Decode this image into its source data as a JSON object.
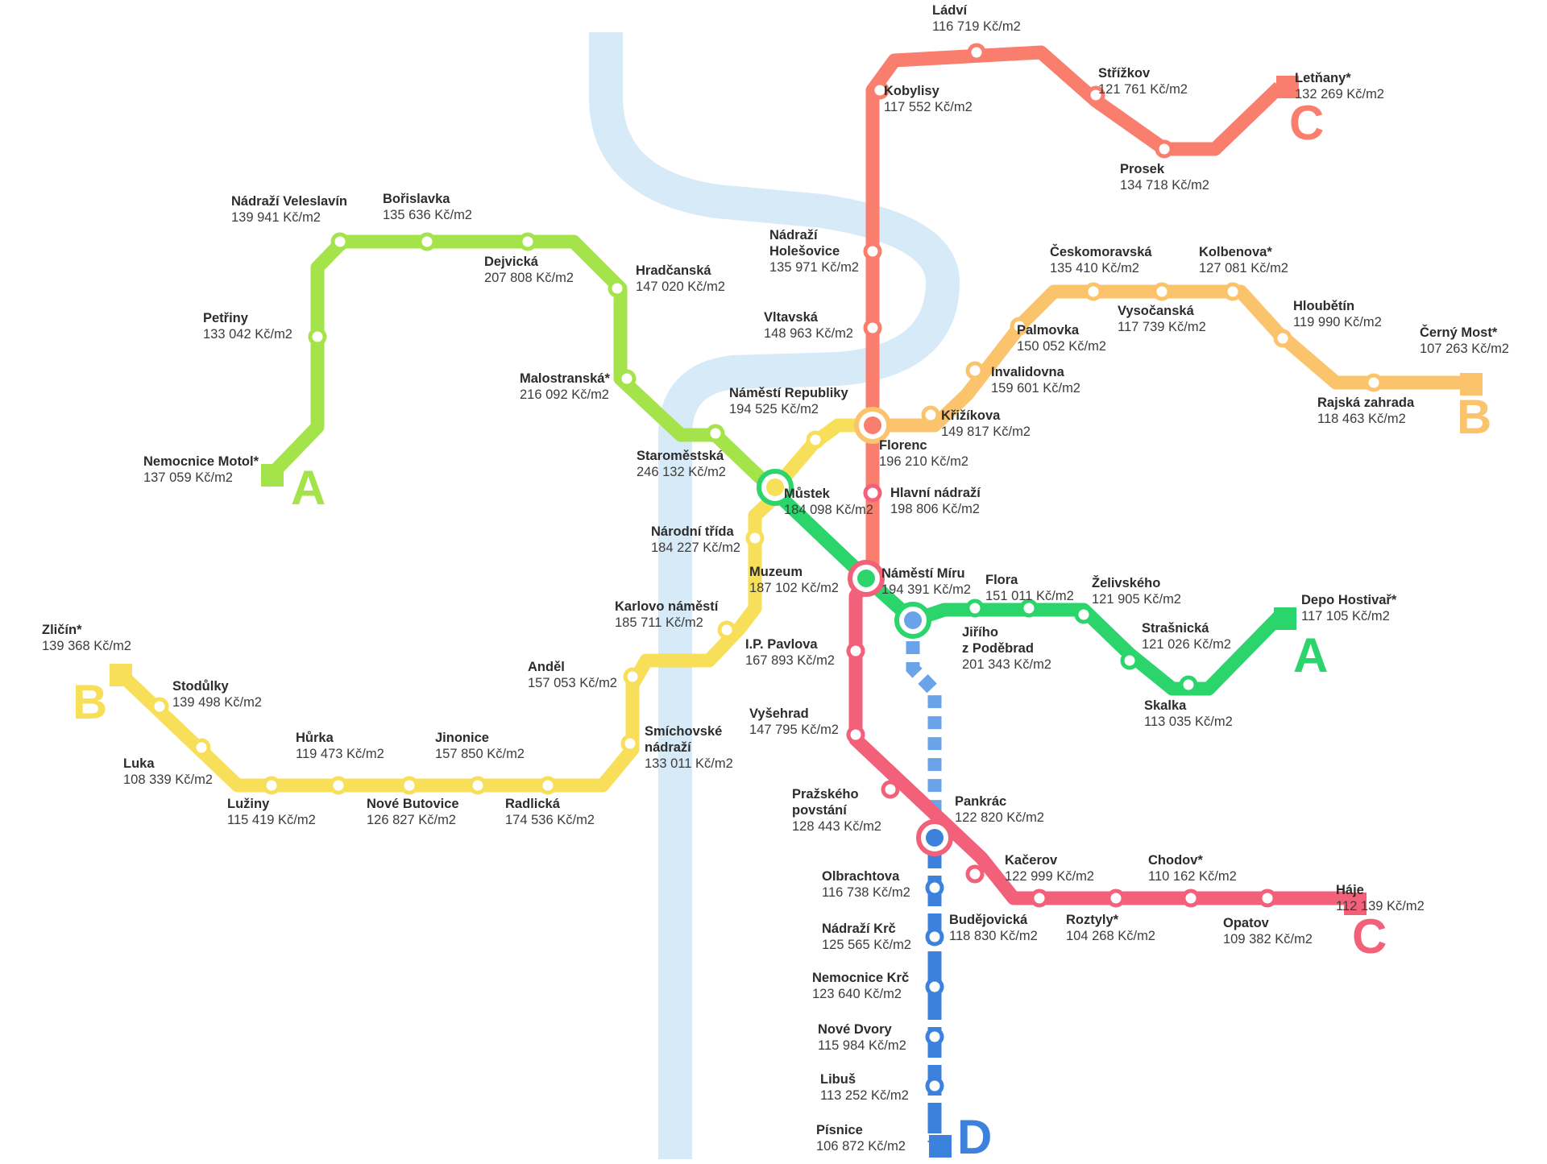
{
  "map": {
    "colors": {
      "river": "#d6eaf8",
      "A": "#a5e34a",
      "A_east": "#2bd56b",
      "B": "#f8df5a",
      "B_east": "#fbc46c",
      "C_north": "#fa7e6e",
      "C_south": "#f3607a",
      "D": "#3c82dc"
    },
    "line_letters": {
      "A_west": "A",
      "A_east": "A",
      "B_west": "B",
      "B_east": "B",
      "C_north": "C",
      "C_south": "C",
      "D": "D"
    },
    "stations": {
      "nemocnice_motol": {
        "name": "Nemocnice Motol*",
        "price": "137 059 Kč/m2"
      },
      "petriny": {
        "name": "Petřiny",
        "price": "133 042 Kč/m2"
      },
      "nadrazi_veleslavin": {
        "name": "Nádraží Veleslavín",
        "price": "139 941 Kč/m2"
      },
      "borislavka": {
        "name": "Bořislavka",
        "price": "135 636 Kč/m2"
      },
      "dejvicka": {
        "name": "Dejvická",
        "price": "207 808 Kč/m2"
      },
      "hradcanska": {
        "name": "Hradčanská",
        "price": "147 020 Kč/m2"
      },
      "malostranska": {
        "name": "Malostranská*",
        "price": "216 092 Kč/m2"
      },
      "staromestska": {
        "name": "Staroměstská",
        "price": "246 132 Kč/m2"
      },
      "mustek": {
        "name": "Můstek",
        "price": "184 098 Kč/m2"
      },
      "muzeum": {
        "name": "Muzeum",
        "price": "187 102 Kč/m2"
      },
      "namesti_miru": {
        "name": "Náměstí Míru",
        "price": "194 391 Kč/m2"
      },
      "jiriho": {
        "name": "Jiřího\nz Poděbrad",
        "price": "201 343 Kč/m2"
      },
      "flora": {
        "name": "Flora",
        "price": "151 011 Kč/m2"
      },
      "zelivskeho": {
        "name": "Želivského",
        "price": "121 905 Kč/m2"
      },
      "strasnicka": {
        "name": "Strašnická",
        "price": "121 026 Kč/m2"
      },
      "skalka": {
        "name": "Skalka",
        "price": "113 035 Kč/m2"
      },
      "depo_hostivar": {
        "name": "Depo Hostivař*",
        "price": "117 105 Kč/m2"
      },
      "zlicin": {
        "name": "Zličín*",
        "price": "139 368 Kč/m2"
      },
      "stodulky": {
        "name": "Stodůlky",
        "price": "139 498 Kč/m2"
      },
      "luka": {
        "name": "Luka",
        "price": "108 339 Kč/m2"
      },
      "luziny": {
        "name": "Lužiny",
        "price": "115 419 Kč/m2"
      },
      "hurka": {
        "name": "Hůrka",
        "price": "119 473 Kč/m2"
      },
      "nove_butovice": {
        "name": "Nové Butovice",
        "price": "126 827 Kč/m2"
      },
      "jinonice": {
        "name": "Jinonice",
        "price": "157 850 Kč/m2"
      },
      "radlicka": {
        "name": "Radlická",
        "price": "174 536 Kč/m2"
      },
      "smichovske": {
        "name": "Smíchovské\nnádraží",
        "price": "133 011 Kč/m2"
      },
      "andel": {
        "name": "Anděl",
        "price": "157 053 Kč/m2"
      },
      "karlovo": {
        "name": "Karlovo náměstí",
        "price": "185 711 Kč/m2"
      },
      "narodni": {
        "name": "Národní třída",
        "price": "184 227 Kč/m2"
      },
      "namesti_republiky": {
        "name": "Náměstí Republiky",
        "price": "194 525 Kč/m2"
      },
      "florenc": {
        "name": "Florenc",
        "price": "196 210 Kč/m2"
      },
      "krizikova": {
        "name": "Křižíkova",
        "price": "149 817 Kč/m2"
      },
      "invalidovna": {
        "name": "Invalidovna",
        "price": "159 601 Kč/m2"
      },
      "palmovka": {
        "name": "Palmovka",
        "price": "150 052 Kč/m2"
      },
      "ceskomoravska": {
        "name": "Českomoravská",
        "price": "135 410 Kč/m2"
      },
      "vysocanska": {
        "name": "Vysočanská",
        "price": "117 739 Kč/m2"
      },
      "kolbenova": {
        "name": "Kolbenova*",
        "price": "127 081 Kč/m2"
      },
      "hloubetin": {
        "name": "Hloubětín",
        "price": "119 990 Kč/m2"
      },
      "rajska_zahrada": {
        "name": "Rajská zahrada",
        "price": "118 463 Kč/m2"
      },
      "cerny_most": {
        "name": "Černý Most*",
        "price": "107 263 Kč/m2"
      },
      "ladvi": {
        "name": "Ládví",
        "price": "116 719 Kč/m2"
      },
      "kobylisy": {
        "name": "Kobylisy",
        "price": "117 552 Kč/m2"
      },
      "strizkov": {
        "name": "Střížkov",
        "price": "121 761 Kč/m2"
      },
      "prosek": {
        "name": "Prosek",
        "price": "134 718 Kč/m2"
      },
      "letnany": {
        "name": "Letňany*",
        "price": "132 269 Kč/m2"
      },
      "nadrazi_holesovice": {
        "name": "Nádraží\nHolešovice",
        "price": "135 971 Kč/m2"
      },
      "vltavska": {
        "name": "Vltavská",
        "price": "148 963 Kč/m2"
      },
      "hlavni_nadrazi": {
        "name": "Hlavní nádraží",
        "price": "198 806 Kč/m2"
      },
      "ip_pavlova": {
        "name": "I.P. Pavlova",
        "price": "167 893 Kč/m2"
      },
      "vysehrad": {
        "name": "Vyšehrad",
        "price": "147 795 Kč/m2"
      },
      "prazskeho": {
        "name": "Pražského\npovstání",
        "price": "128 443 Kč/m2"
      },
      "pankrac": {
        "name": "Pankrác",
        "price": "122 820 Kč/m2"
      },
      "budejovicka": {
        "name": "Budějovická",
        "price": "118 830 Kč/m2"
      },
      "kacerov": {
        "name": "Kačerov",
        "price": "122 999 Kč/m2"
      },
      "roztyly": {
        "name": "Roztyly*",
        "price": "104 268 Kč/m2"
      },
      "chodov": {
        "name": "Chodov*",
        "price": "110 162 Kč/m2"
      },
      "opatov": {
        "name": "Opatov",
        "price": "109 382 Kč/m2"
      },
      "haje": {
        "name": "Háje",
        "price": "112 139 Kč/m2"
      },
      "olbrachtova": {
        "name": "Olbrachtova",
        "price": "116 738 Kč/m2"
      },
      "nadrazi_krc": {
        "name": "Nádraží Krč",
        "price": "125 565 Kč/m2"
      },
      "nemocnice_krc": {
        "name": "Nemocnice Krč",
        "price": "123 640 Kč/m2"
      },
      "nove_dvory": {
        "name": "Nové Dvory",
        "price": "115 984 Kč/m2"
      },
      "libus": {
        "name": "Libuš",
        "price": "113 252 Kč/m2"
      },
      "pisnice": {
        "name": "Písnice",
        "price": "106 872 Kč/m2"
      }
    }
  }
}
